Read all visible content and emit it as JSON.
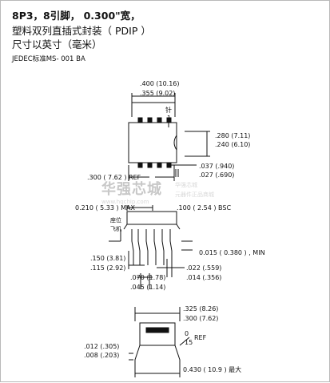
{
  "header": {
    "line1": "8P3，8引脚， 0.300\"宽，",
    "line2": "塑料双列直插式封装（ PDIP ）",
    "line3": "尺寸以英寸（毫米）",
    "line4": "JEDEC标准MS- 001 BA"
  },
  "top_view": {
    "dim_width_max": ".400 (10.16)",
    "dim_width_min": ".355 (9.02)",
    "pin_label_char": "针",
    "pin_label_num": "1",
    "dim_height_max": ".280 (7.11)",
    "dim_height_min": ".240 (6.10)",
    "dim_lead_max": ".037 (.940)",
    "dim_lead_min": ".027 (.690)",
    "dim_ref": ".300  ( 7.62 )  REF"
  },
  "side_view": {
    "dim_max": "0.210  ( 5.33 )  MAX",
    "dim_bsc": ".100  ( 2.54 )  BSC",
    "seating_label_1": "座位",
    "seating_label_2": "飞机",
    "dim_standoff": "0.015  ( 0.380 ) ,  MIN",
    "dim_tip_max": ".150 (3.81)",
    "dim_tip_min": ".115 (2.92)",
    "dim_leadw_max": ".022 (.559)",
    "dim_leadw_min": ".014 (.356)",
    "dim_shoulder_max": ".070 (1.78)",
    "dim_shoulder_min": ".045 (1.14)"
  },
  "end_view": {
    "dim_span_max": ".325 (8.26)",
    "dim_span_min": ".300 (7.62)",
    "angle_top": "0",
    "angle_bottom": "15",
    "angle_ref": "REF",
    "dim_thick_max": ".012 (.305)",
    "dim_thick_min": ".008 (.203)",
    "dim_overall": "0.430  ( 10.9 ) 最大"
  },
  "watermark": {
    "main": "华强芯城",
    "line1": "华强芯城",
    "line2": "www.hqchip.com",
    "line3": "元器件正品商城"
  }
}
